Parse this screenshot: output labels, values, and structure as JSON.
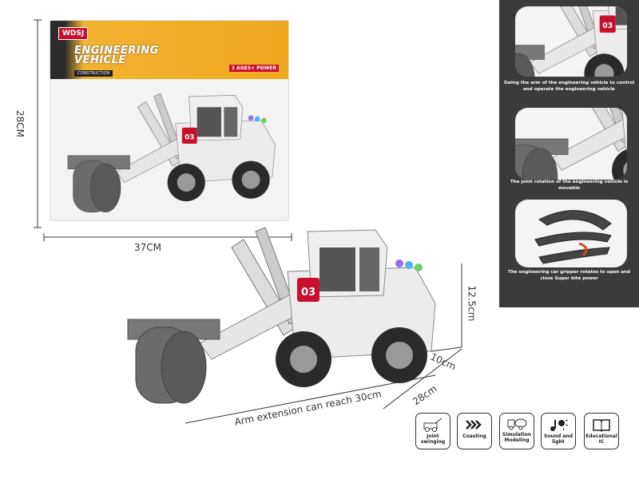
{
  "package": {
    "brand": "WDSJ",
    "title_line1": "ENGINEERING",
    "title_line2": "VEHICLE",
    "subtitle": "CONSTRUCTION",
    "age": "3 AGES+",
    "power": "POWER"
  },
  "dimensions": {
    "height_pkg": "28CM",
    "width_pkg": "37CM",
    "height": "12.5cm",
    "width": "10cm",
    "length": "28cm",
    "arm": "Arm extension can reach 30cm"
  },
  "vehicle_label": "03",
  "features": [
    {
      "caption": "Swing the arm of the engineering vehicle to control and operate the engineering vehicle"
    },
    {
      "caption": "The joint rotation of the engineering vehicle is movable"
    },
    {
      "caption": "The engineering car gripper rotates to open and close Super bite power"
    }
  ],
  "badges": [
    {
      "label": "Joint swinging",
      "icon": "tow-truck-icon"
    },
    {
      "label": "Coasting",
      "icon": "chevrons-right-icon"
    },
    {
      "label": "Simulation Modeling",
      "icon": "mixer-truck-icon"
    },
    {
      "label": "Sound and light",
      "icon": "music-light-icon"
    },
    {
      "label": "Educational IC",
      "icon": "book-icon"
    }
  ],
  "colors": {
    "panel": "#3b3b3b",
    "package_band": "#f0a820",
    "brand_red": "#c8102e",
    "vehicle_body": "#ececec",
    "roller": "#6b6b6b"
  }
}
